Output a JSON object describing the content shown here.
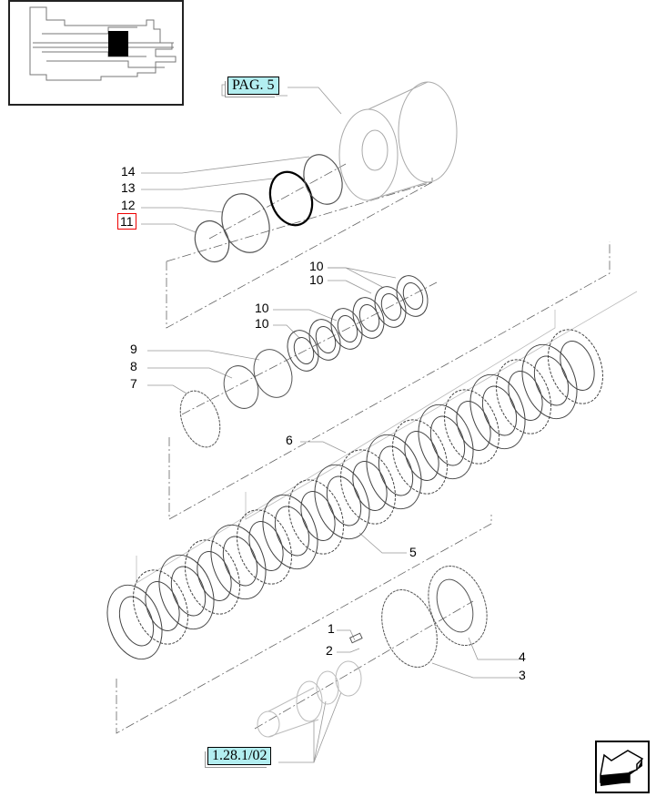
{
  "refs": {
    "top": "PAG. 5",
    "bottom": "1.28.1/02"
  },
  "callouts": {
    "c14": "14",
    "c13": "13",
    "c12": "12",
    "c11": "11",
    "c10a": "10",
    "c10b": "10",
    "c10c": "10",
    "c10d": "10",
    "c9": "9",
    "c8": "8",
    "c7": "7",
    "c6": "6",
    "c5": "5",
    "c1": "1",
    "c2": "2",
    "c4": "4",
    "c3": "3"
  },
  "highlight_color": "#e00000",
  "ref_color": "#b3eef0",
  "icons": {
    "nav": "arrow-back-icon",
    "thumbnail": "transmission-overview-icon"
  }
}
